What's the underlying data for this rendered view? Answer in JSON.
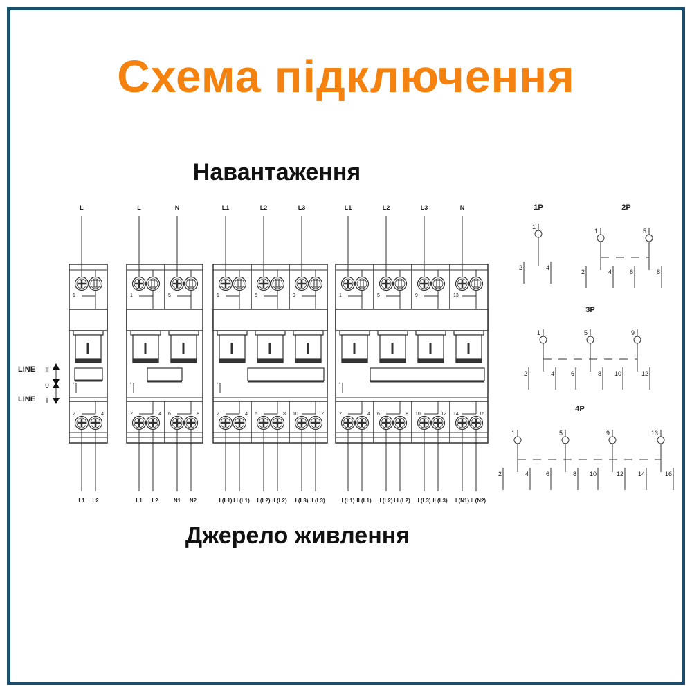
{
  "title": "Схема підключення",
  "load_label": "Навантаження",
  "source_label": "Джерело живлення",
  "colors": {
    "accent": "#f5820f",
    "border": "#1b4f6d",
    "line": "#333333"
  },
  "legend": {
    "line_ii": "LINE",
    "ii": "II",
    "zero": "0",
    "line_i": "LINE",
    "i": "I"
  },
  "devices": [
    {
      "name": "1P",
      "top_labels": [
        "L"
      ],
      "top_numbers": [
        "1"
      ],
      "bottom_numbers": [
        [
          "2",
          "4"
        ]
      ],
      "bottom_labels": [
        [
          "L1",
          "L2"
        ]
      ]
    },
    {
      "name": "2P",
      "top_labels": [
        "L",
        "N"
      ],
      "top_numbers": [
        "1",
        "5"
      ],
      "bottom_numbers": [
        [
          "2",
          "4"
        ],
        [
          "6",
          "8"
        ]
      ],
      "bottom_labels": [
        [
          "L1",
          "L2"
        ],
        [
          "N1",
          "N2"
        ]
      ]
    },
    {
      "name": "3P",
      "top_labels": [
        "L1",
        "L2",
        "L3"
      ],
      "top_numbers": [
        "1",
        "5",
        "9"
      ],
      "bottom_numbers": [
        [
          "2",
          "4"
        ],
        [
          "6",
          "8"
        ],
        [
          "10",
          "12"
        ]
      ],
      "bottom_labels": [
        [
          "I (L1)",
          "I I (L1)"
        ],
        [
          "I (L2)",
          "II (L2)"
        ],
        [
          "I (L3)",
          "II (L3)"
        ]
      ]
    },
    {
      "name": "4P",
      "top_labels": [
        "L1",
        "L2",
        "L3",
        "N"
      ],
      "top_numbers": [
        "1",
        "5",
        "9",
        "13"
      ],
      "bottom_numbers": [
        [
          "2",
          "4"
        ],
        [
          "6",
          "8"
        ],
        [
          "10",
          "12"
        ],
        [
          "14",
          "16"
        ]
      ],
      "bottom_labels": [
        [
          "I (L1)",
          "II (L1)"
        ],
        [
          "I (L2)",
          "I I (L2)"
        ],
        [
          "I (L3)",
          "II (L3)"
        ],
        [
          "I (N1)",
          "II (N2)"
        ]
      ]
    }
  ],
  "toggle_symbol": "I",
  "schematics": [
    {
      "title": "1P",
      "top": [
        "1"
      ],
      "bottom": [
        [
          "2",
          "4"
        ]
      ]
    },
    {
      "title": "2P",
      "top": [
        "1",
        "5"
      ],
      "bottom": [
        [
          "2",
          "4"
        ],
        [
          "6",
          "8"
        ]
      ]
    },
    {
      "title": "3P",
      "top": [
        "1",
        "5",
        "9"
      ],
      "bottom": [
        [
          "2",
          "4"
        ],
        [
          "6",
          "8"
        ],
        [
          "10",
          "12"
        ]
      ]
    },
    {
      "title": "4P",
      "top": [
        "1",
        "5",
        "9",
        "13"
      ],
      "bottom": [
        [
          "2",
          "4"
        ],
        [
          "6",
          "8"
        ],
        [
          "10",
          "12"
        ],
        [
          "14",
          "16"
        ]
      ]
    }
  ]
}
